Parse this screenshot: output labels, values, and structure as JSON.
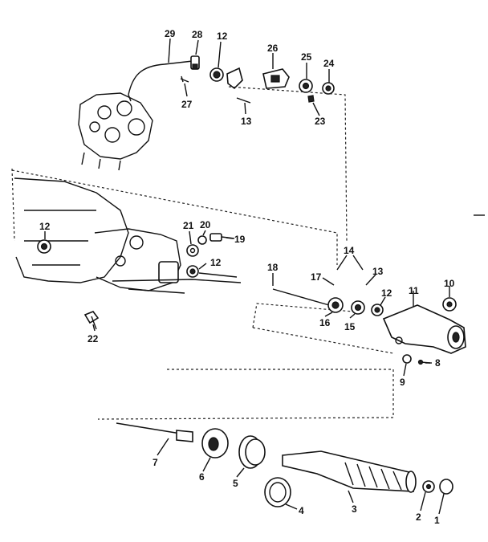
{
  "diagram": {
    "labels": [
      {
        "id": "29",
        "text": "29"
      },
      {
        "id": "28",
        "text": "28"
      },
      {
        "id": "12a",
        "text": "12"
      },
      {
        "id": "26",
        "text": "26"
      },
      {
        "id": "25",
        "text": "25"
      },
      {
        "id": "24",
        "text": "24"
      },
      {
        "id": "27",
        "text": "27"
      },
      {
        "id": "13a",
        "text": "13"
      },
      {
        "id": "23",
        "text": "23"
      },
      {
        "id": "12b",
        "text": "12"
      },
      {
        "id": "21",
        "text": "21"
      },
      {
        "id": "20",
        "text": "20"
      },
      {
        "id": "19",
        "text": "19"
      },
      {
        "id": "12c",
        "text": "12"
      },
      {
        "id": "14",
        "text": "14"
      },
      {
        "id": "18",
        "text": "18"
      },
      {
        "id": "17",
        "text": "17"
      },
      {
        "id": "13b",
        "text": "13"
      },
      {
        "id": "12d",
        "text": "12"
      },
      {
        "id": "11",
        "text": "11"
      },
      {
        "id": "10",
        "text": "10"
      },
      {
        "id": "16",
        "text": "16"
      },
      {
        "id": "15",
        "text": "15"
      },
      {
        "id": "22",
        "text": "22"
      },
      {
        "id": "8",
        "text": "8"
      },
      {
        "id": "9",
        "text": "9"
      },
      {
        "id": "7",
        "text": "7"
      },
      {
        "id": "6",
        "text": "6"
      },
      {
        "id": "5",
        "text": "5"
      },
      {
        "id": "4",
        "text": "4"
      },
      {
        "id": "3",
        "text": "3"
      },
      {
        "id": "2",
        "text": "2"
      },
      {
        "id": "1",
        "text": "1"
      }
    ]
  }
}
